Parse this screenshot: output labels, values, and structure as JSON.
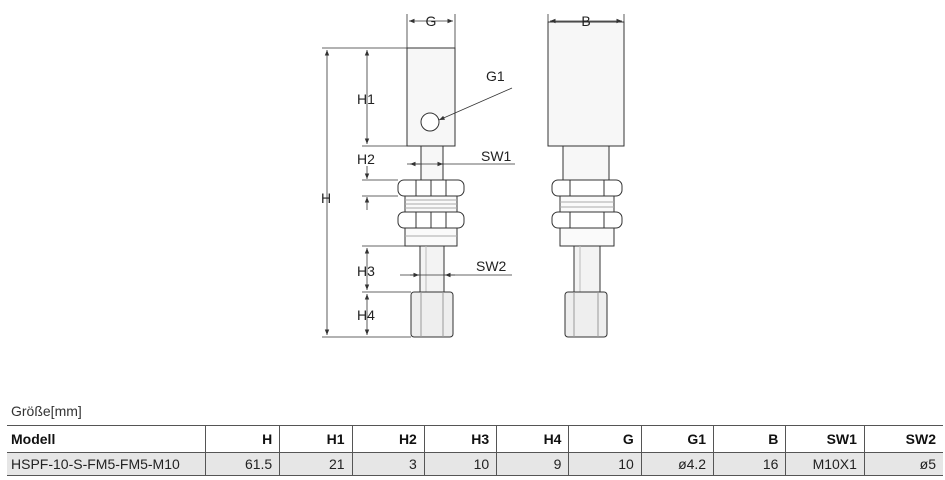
{
  "drawing": {
    "labels": {
      "G": "G",
      "B": "B",
      "G1": "G1",
      "H": "H",
      "H1": "H1",
      "H2": "H2",
      "H3": "H3",
      "H4": "H4",
      "SW1": "SW1",
      "SW2": "SW2"
    }
  },
  "table": {
    "caption": "Größe[mm]",
    "headers": [
      "Modell",
      "H",
      "H1",
      "H2",
      "H3",
      "H4",
      "G",
      "G1",
      "B",
      "SW1",
      "SW2"
    ],
    "rows": [
      [
        "HSPF-10-S-FM5-FM5-M10",
        "61.5",
        "21",
        "3",
        "10",
        "9",
        "10",
        "ø4.2",
        "16",
        "M10X1",
        "ø5"
      ]
    ]
  }
}
